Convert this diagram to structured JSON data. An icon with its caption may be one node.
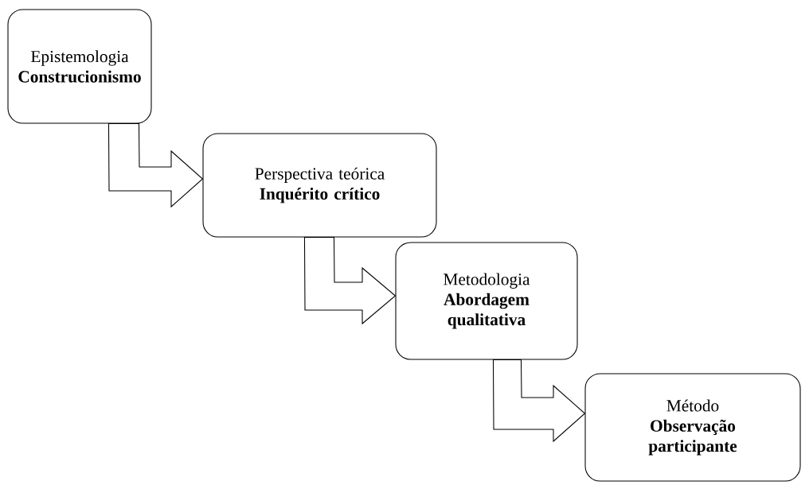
{
  "diagram": {
    "nodes": [
      {
        "text": [
          "Epistemologia",
          "Construcionismo"
        ]
      },
      {
        "text": [
          "Perspectiva teórica",
          "Inquérito crítico"
        ]
      },
      {
        "text": [
          "Metodologia",
          "Abordagem qualitativa"
        ]
      },
      {
        "text": [
          "Método",
          "Observação participante"
        ]
      }
    ],
    "edges": [
      {
        "from": 0,
        "to": 1,
        "arrow": "to"
      },
      {
        "from": 1,
        "to": 2,
        "arrow": "to"
      },
      {
        "from": 2,
        "to": 3,
        "arrow": "to"
      }
    ]
  }
}
